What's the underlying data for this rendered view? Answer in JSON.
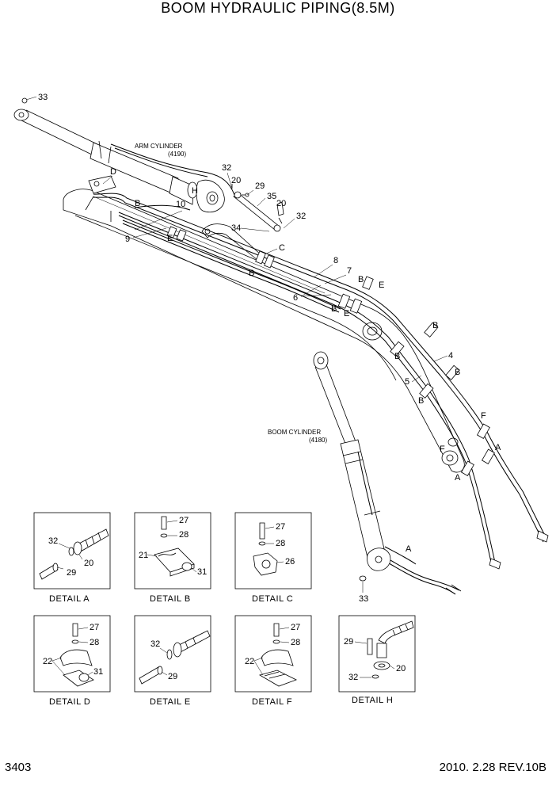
{
  "title": "BOOM HYDRAULIC PIPING(8.5M)",
  "page_number": "3403",
  "revision": "2010. 2.28  REV.10B",
  "cylinders": {
    "arm_line1": "ARM CYLINDER",
    "arm_line2": "(4190)",
    "boom_line1": "BOOM CYLINDER",
    "boom_line2": "(4180)"
  },
  "main_callouts": {
    "c33_top": "33",
    "c32a": "32",
    "c20a": "20",
    "c29": "29",
    "c35": "35",
    "c20b": "20",
    "c32b": "32",
    "c34": "34",
    "c10": "10",
    "c9": "9",
    "c8": "8",
    "c7": "7",
    "c6": "6",
    "c4": "4",
    "c5": "5",
    "c33_bottom": "33"
  },
  "letters": {
    "D": "D",
    "H": "H",
    "B1": "B",
    "E1": "E",
    "C": "C",
    "B2": "B",
    "B3": "B",
    "E2": "E",
    "B4": "B",
    "E3": "E",
    "B5": "B",
    "B6": "B",
    "B7": "B",
    "B8": "B",
    "F1": "F",
    "F2": "F",
    "A1": "A",
    "A2": "A",
    "A3": "A"
  },
  "details": [
    {
      "caption": "DETAIL  A",
      "parts": [
        "32",
        "29",
        "20"
      ]
    },
    {
      "caption": "DETAIL  B",
      "parts": [
        "27",
        "28",
        "21",
        "31"
      ]
    },
    {
      "caption": "DETAIL  C",
      "parts": [
        "27",
        "28",
        "26"
      ]
    },
    {
      "caption": "DETAIL  D",
      "parts": [
        "27",
        "28",
        "22",
        "31"
      ]
    },
    {
      "caption": "DETAIL  E",
      "parts": [
        "32",
        "29"
      ]
    },
    {
      "caption": "DETAIL  F",
      "parts": [
        "27",
        "28",
        "22"
      ]
    },
    {
      "caption": "DETAIL  H",
      "parts": [
        "29",
        "20",
        "32"
      ]
    }
  ]
}
